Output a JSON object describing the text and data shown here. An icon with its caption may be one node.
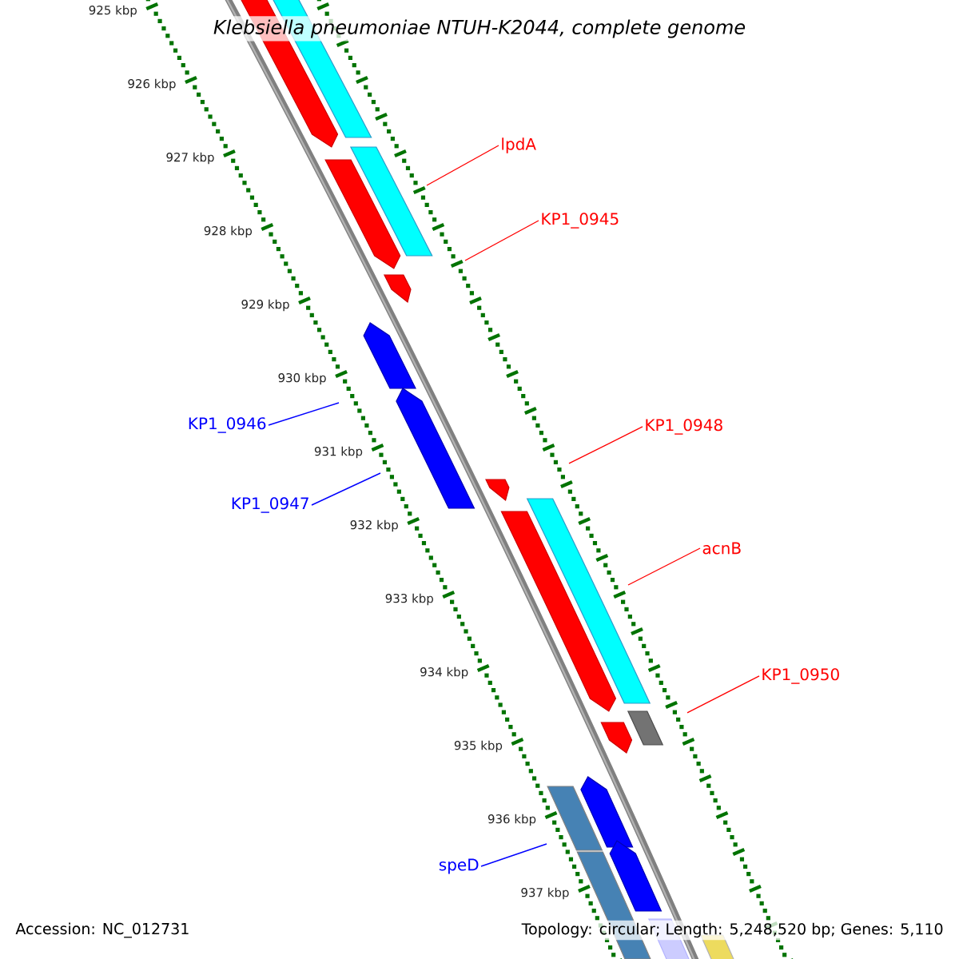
{
  "diagram": {
    "title": "Klebsiella pneumoniae NTUH-K2044, complete genome",
    "nodes": [
      {
        "text": [
          "lpdA"
        ]
      },
      {
        "text": [
          "KP1_0945"
        ]
      },
      {
        "text": [
          "KP1_0946"
        ]
      },
      {
        "text": [
          "KP1_0948"
        ]
      },
      {
        "text": [
          "KP1_0947"
        ]
      },
      {
        "text": [
          "acnB"
        ]
      },
      {
        "text": [
          "KP1_0950"
        ]
      },
      {
        "text": [
          "speD"
        ]
      }
    ],
    "edges": [
      {
        "from": 0,
        "to": null,
        "arrow": "none"
      },
      {
        "from": 1,
        "to": null,
        "arrow": "none"
      },
      {
        "from": 2,
        "to": null,
        "arrow": "none",
        "color": "#0000ff"
      },
      {
        "from": 3,
        "to": null,
        "arrow": "none"
      },
      {
        "from": 4,
        "to": null,
        "arrow": "none",
        "color": "#0000ff"
      },
      {
        "from": 5,
        "to": null,
        "arrow": "none"
      },
      {
        "from": 6,
        "to": null,
        "arrow": "none"
      },
      {
        "from": 7,
        "to": null,
        "arrow": "none",
        "color": "#0000ff"
      }
    ],
    "labels": [
      "925 kbp",
      "926 kbp",
      "927 kbp",
      "928 kbp",
      "929 kbp",
      "930 kbp",
      "931 kbp",
      "932 kbp",
      "933 kbp",
      "934 kbp",
      "935 kbp",
      "936 kbp",
      "937 kbp",
      "Accession: NC_012731",
      "Topology: circular; Length: 5,248,520 bp; Genes: 5,110"
    ]
  }
}
